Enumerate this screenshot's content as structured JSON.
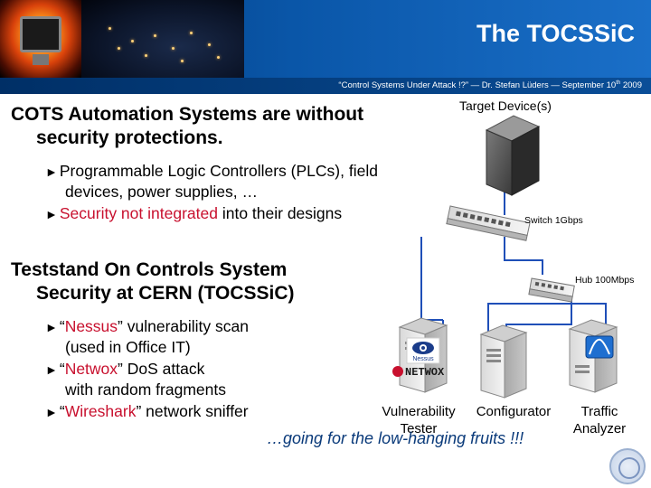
{
  "header": {
    "title": "The TOCSSiC",
    "subtitle": "“Control Systems Under Attack !?” — Dr. Stefan Lüders — September 10",
    "subtitle_sup": "th",
    "subtitle_year": "2009"
  },
  "section1": {
    "heading_line1": "COTS Automation Systems are without",
    "heading_line2": "security protections.",
    "bullets": [
      {
        "parts": [
          "Programmable Logic Controllers (PLCs), field"
        ],
        "line2": "devices, power supplies, …"
      },
      {
        "red": "Security not integrated",
        "rest": " into their designs"
      }
    ]
  },
  "section2": {
    "heading_line1": "Teststand On Controls System",
    "heading_line2": "Security at CERN (TOCSSiC)",
    "bullets": [
      {
        "open": "“",
        "red": "Nessus",
        "rest": "” vulnerability scan",
        "line2": "(used in Office IT)"
      },
      {
        "open": "“",
        "red": "Netwox",
        "rest": "” DoS attack",
        "line2": "with random fragments"
      },
      {
        "open": "“",
        "red": "Wireshark",
        "rest": "” network sniffer"
      }
    ]
  },
  "diagram": {
    "target_device": "Target Device(s)",
    "switch": "Switch 1Gbps",
    "hub": "Hub 100Mbps",
    "vuln_line1": "Vulnerability",
    "vuln_line2": "Tester",
    "configurator": "Configurator",
    "traffic_line1": "Traffic",
    "traffic_line2": "Analyzer",
    "nessus_logo_text": "Nessus",
    "netwox_logo_text": "NETWOX"
  },
  "footer": {
    "tagline": "…going for the low-hanging fruits !!!"
  },
  "colors": {
    "header_blue": "#0a56a8",
    "accent_red": "#c8102e",
    "cable_blue": "#1f4fb8"
  }
}
